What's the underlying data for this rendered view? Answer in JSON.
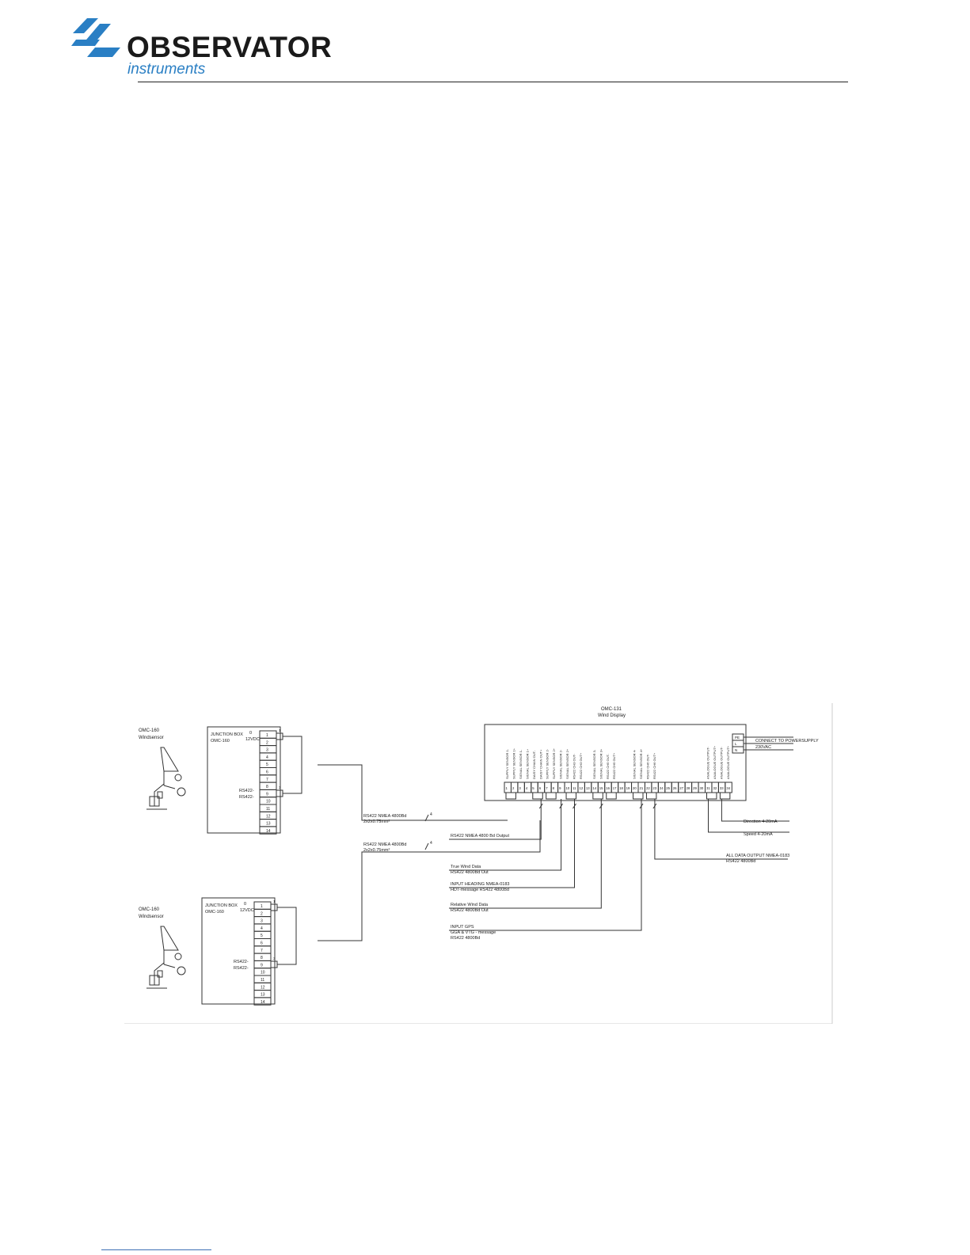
{
  "header": {
    "brand": "OBSERVATOR",
    "tagline": "instruments",
    "colors": {
      "brand_blue": "#2a7fc4",
      "text": "#1a1a1a"
    }
  },
  "diagram": {
    "display": {
      "model": "OMC-131",
      "name": "Wind Display"
    },
    "sensors": [
      {
        "model": "OMC-160",
        "name": "Windsensor"
      },
      {
        "model": "OMC-160",
        "name": "Windsensor"
      }
    ],
    "junction_boxes": [
      {
        "title": "JUNCTION BOX",
        "model": "OMC-160",
        "power_label": "0\n12VDC",
        "terminals": [
          "1",
          "2",
          "3",
          "4",
          "5",
          "6",
          "7",
          "8",
          "9",
          "10",
          "11",
          "12",
          "13",
          "14"
        ],
        "rs_labels": [
          "RS422-",
          "RS422-"
        ]
      },
      {
        "title": "JUNCTION BOX",
        "model": "OMC-160",
        "power_label": "0\n12VDC",
        "terminals": [
          "1",
          "2",
          "3",
          "4",
          "5",
          "6",
          "7",
          "8",
          "9",
          "10",
          "11",
          "12",
          "13",
          "14"
        ],
        "rs_labels": [
          "RS422-",
          "RS422-"
        ]
      }
    ],
    "cables": [
      {
        "label": "RS422 NMEA 4800Bd",
        "sub": "2x2x0.75mm²",
        "wires": "4"
      },
      {
        "label": "RS422 NMEA 4800Bd",
        "sub": "2x2x0.75mm²",
        "wires": "4"
      }
    ],
    "terminal_numbers": [
      "1",
      "2",
      "3",
      "4",
      "5",
      "6",
      "7",
      "8",
      "9",
      "10",
      "11",
      "12",
      "13",
      "14",
      "15",
      "16",
      "17",
      "18",
      "19",
      "20",
      "21",
      "22",
      "23",
      "24",
      "25",
      "26",
      "27",
      "28",
      "29",
      "30",
      "31",
      "32",
      "33",
      "34"
    ],
    "terminal_functions": [
      "SUPPLY SENSOR 1-",
      "SUPPLY SENSOR 1+",
      "SIGNAL SENSOR 1-",
      "SIGNAL SENSOR 1+",
      "DAISY CHAIN OUT-",
      "DAISY CHAIN OUT+",
      "SUPPLY SENSOR 2-",
      "SUPPLY SENSOR 2+",
      "SIGNAL SENSOR 2-",
      "SIGNAL SENSOR 2+",
      "RS422 CH3 OUT-",
      "RS422 CH3 OUT+",
      "",
      "SIGNAL SENSOR 3-",
      "SIGNAL SENSOR 3+",
      "RS422 CH5 OUT-",
      "RS422 CH5 OUT+",
      "",
      "",
      "SIGNAL SENSOR 4-",
      "SIGNAL SENSOR 4+",
      "RS422 CH6 OUT-",
      "RS422 CH6 OUT+",
      "",
      "",
      "",
      "",
      "",
      "",
      "",
      "ANALOGUE OUTPUT-",
      "ANALOGUE OUTPUT+",
      "ANALOGUE OUTPUT-",
      "ANALOGUE OUTPUT+"
    ],
    "power": {
      "terminals": [
        "PE",
        "L",
        "N"
      ],
      "label": "CONNECT TO POWERSUPPLY",
      "voltage": "230VAC"
    },
    "connections": [
      {
        "label": "RS422 NMEA 4800 Bd Output",
        "sub": ""
      },
      {
        "label": "True Wind Data",
        "sub": "RS422 4800Bd Out"
      },
      {
        "label": "INPUT HEADING NMEA-0183",
        "sub": "HDT-message RS422 4800Bd"
      },
      {
        "label": "Relative Wind Data",
        "sub": "RS422 4800Bd Out"
      },
      {
        "label": "INPUT GPS",
        "sub": "GGA & VTG - message",
        "sub2": "RS422 4800Bd"
      },
      {
        "label": "ALL DATA OUTPUT NMEA-0183",
        "sub": "RS422 4800Bd"
      },
      {
        "label": "Direction 4-20mA",
        "sub": ""
      },
      {
        "label": "Speed 4-20mA",
        "sub": ""
      }
    ]
  }
}
